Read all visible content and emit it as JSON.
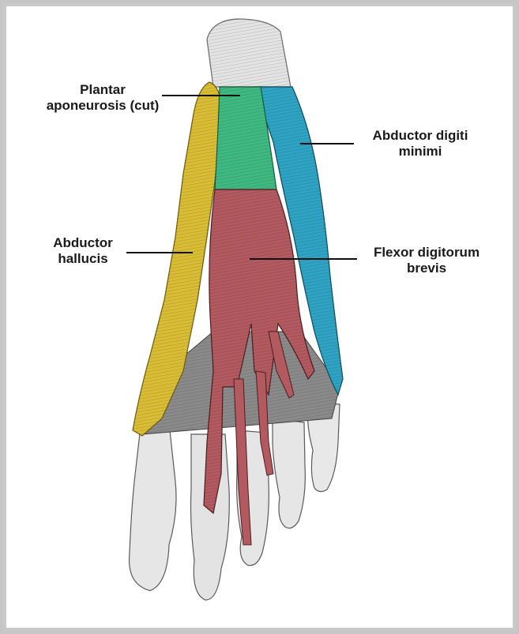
{
  "labels": {
    "plantar_aponeurosis": {
      "line1": "Plantar",
      "line2": "aponeurosis (cut)"
    },
    "abductor_digiti_minimi": {
      "line1": "Abductor digiti",
      "line2": "minimi"
    },
    "abductor_hallucis": {
      "line1": "Abductor",
      "line2": "hallucis"
    },
    "flexor_digitorum_brevis": {
      "line1": "Flexor digitorum",
      "line2": "brevis"
    }
  },
  "colors": {
    "plantar_aponeurosis": "#3fb981",
    "abductor_digiti_minimi": "#2ea3c3",
    "abductor_hallucis": "#d8bd35",
    "flexor_digitorum_brevis": "#b25a5f",
    "bone": "#e7e7e7",
    "background": "#ffffff"
  }
}
